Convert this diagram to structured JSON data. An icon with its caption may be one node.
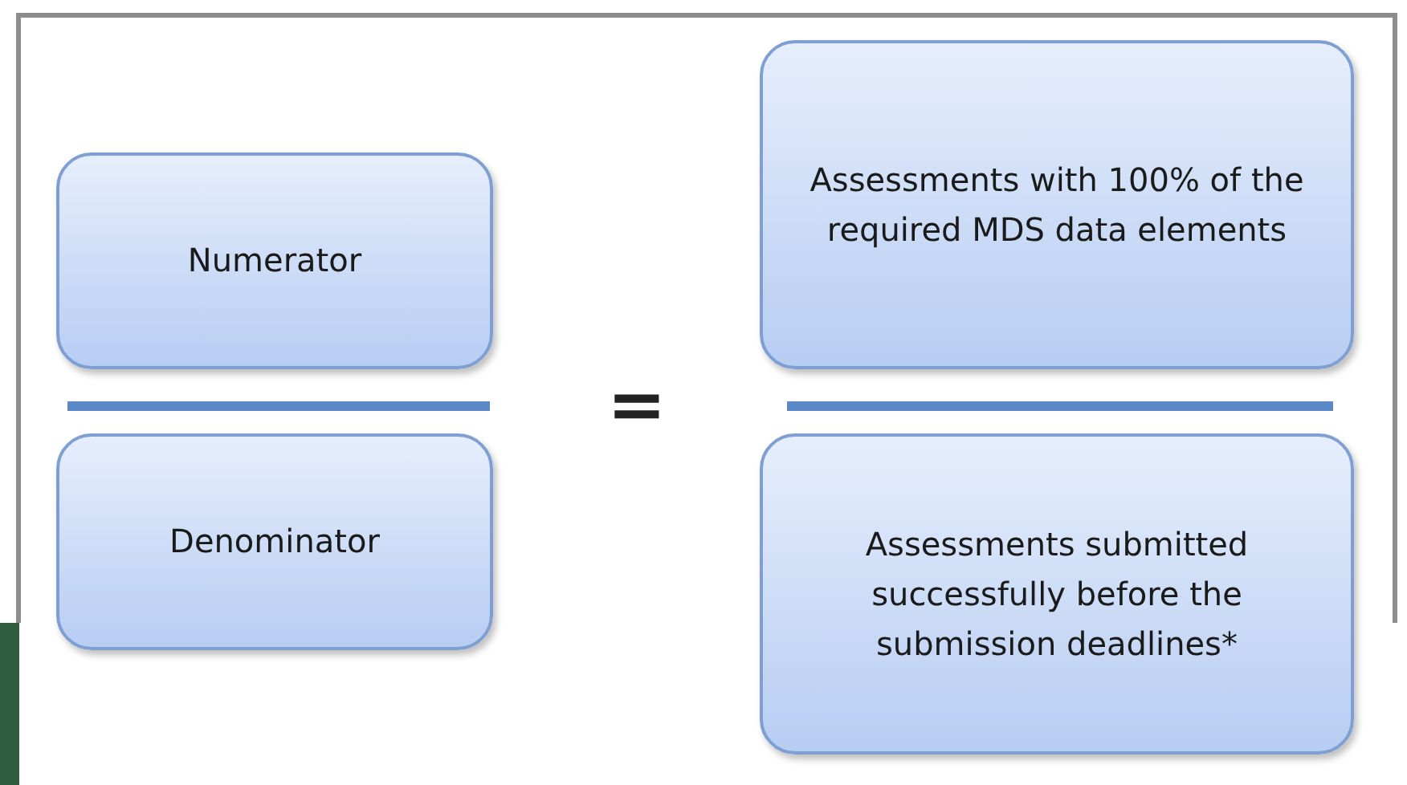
{
  "diagram": {
    "nodes": [
      {
        "text": [
          "Numerator"
        ]
      },
      {
        "text": [
          "Denominator"
        ]
      },
      {
        "text": [
          "Assessments with 100% of the required MDS data elements"
        ]
      },
      {
        "text": [
          "Assessments submitted successfully before the submission deadlines*"
        ]
      }
    ],
    "labels": [
      "="
    ]
  }
}
